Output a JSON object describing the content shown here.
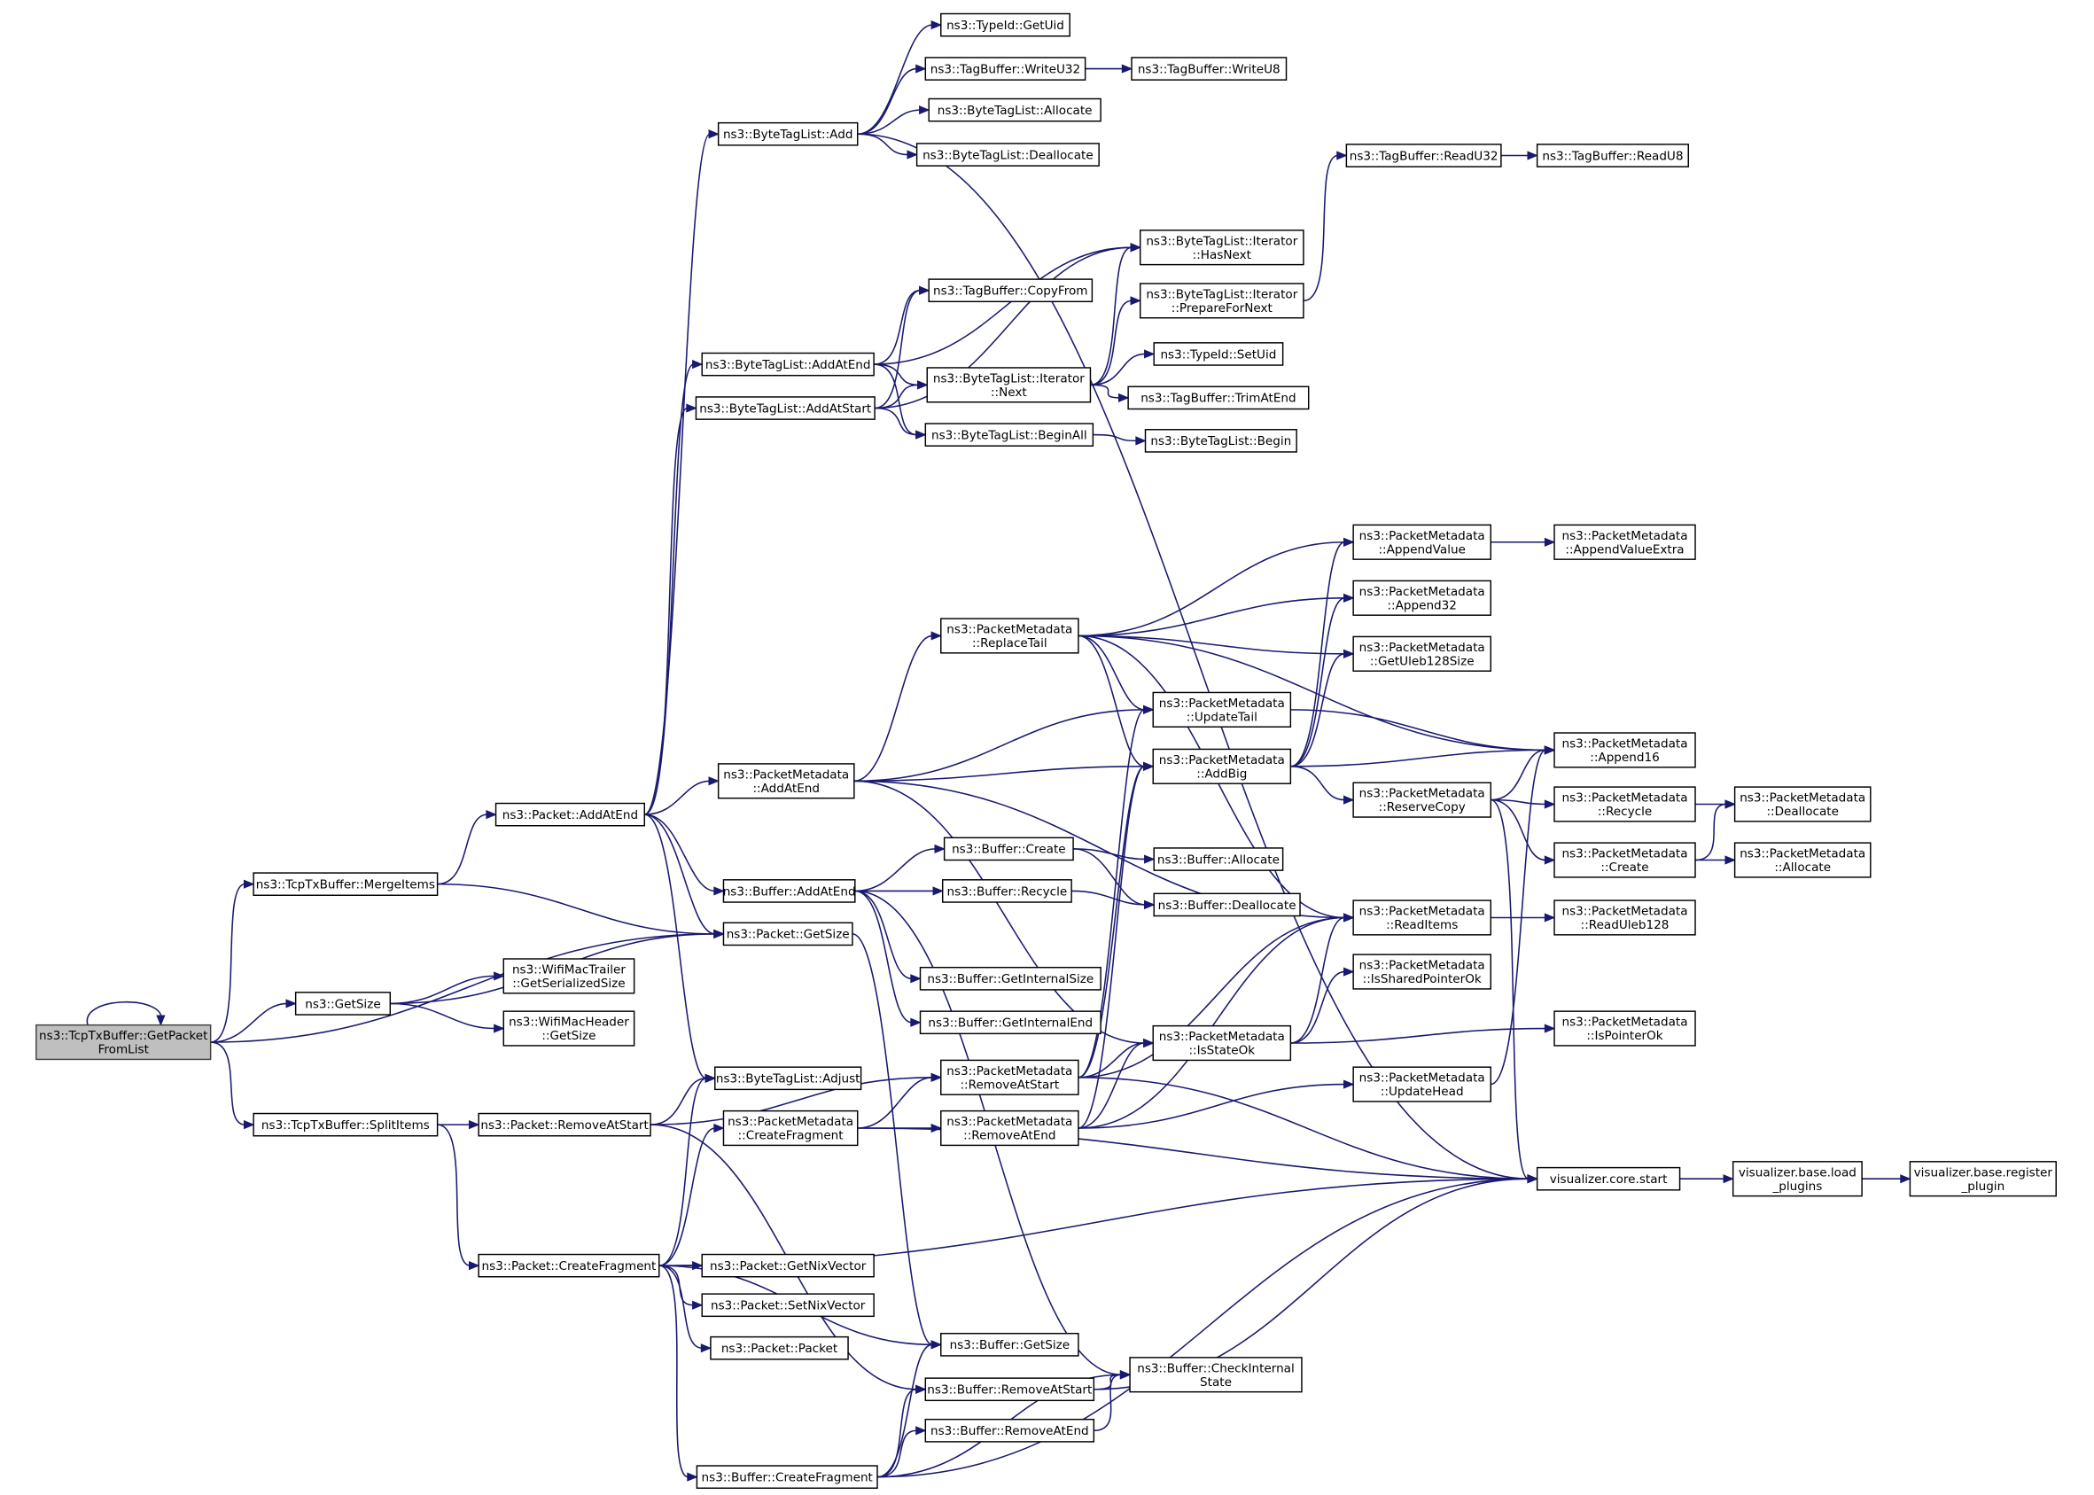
{
  "nodes": {
    "getpacket": [
      "ns3::TcpTxBuffer::GetPacket",
      "FromList"
    ],
    "mergeitems": [
      "ns3::TcpTxBuffer::MergeItems"
    ],
    "getsize_ns3": [
      "ns3::GetSize"
    ],
    "splititems": [
      "ns3::TcpTxBuffer::SplitItems"
    ],
    "pkt_addatend": [
      "ns3::Packet::AddAtEnd"
    ],
    "pkt_getsize": [
      "ns3::Packet::GetSize"
    ],
    "trailer_size": [
      "ns3::WifiMacTrailer",
      "::GetSerializedSize"
    ],
    "header_size": [
      "ns3::WifiMacHeader",
      "::GetSize"
    ],
    "btl_adjust": [
      "ns3::ByteTagList::Adjust"
    ],
    "pkt_removeatstart": [
      "ns3::Packet::RemoveAtStart"
    ],
    "pkt_createfragment": [
      "ns3::Packet::CreateFragment"
    ],
    "btl_add": [
      "ns3::ByteTagList::Add"
    ],
    "btl_addatend": [
      "ns3::ByteTagList::AddAtEnd"
    ],
    "btl_addatstart": [
      "ns3::ByteTagList::AddAtStart"
    ],
    "pm_addatend": [
      "ns3::PacketMetadata",
      "::AddAtEnd"
    ],
    "buf_addatend": [
      "ns3::Buffer::AddAtEnd"
    ],
    "pm_createfragment": [
      "ns3::PacketMetadata",
      "::CreateFragment"
    ],
    "pkt_getnixvector": [
      "ns3::Packet::GetNixVector"
    ],
    "pkt_setnixvector": [
      "ns3::Packet::SetNixVector"
    ],
    "pkt_packet": [
      "ns3::Packet::Packet"
    ],
    "buf_createfragment": [
      "ns3::Buffer::CreateFragment"
    ],
    "tid_getuid": [
      "ns3::TypeId::GetUid"
    ],
    "tb_writeu32": [
      "ns3::TagBuffer::WriteU32"
    ],
    "btl_allocate": [
      "ns3::ByteTagList::Allocate"
    ],
    "btl_deallocate": [
      "ns3::ByteTagList::Deallocate"
    ],
    "tb_copyfrom": [
      "ns3::TagBuffer::CopyFrom"
    ],
    "btli_next": [
      "ns3::ByteTagList::Iterator",
      "::Next"
    ],
    "btl_beginall": [
      "ns3::ByteTagList::BeginAll"
    ],
    "pm_replacetail": [
      "ns3::PacketMetadata",
      "::ReplaceTail"
    ],
    "buf_create": [
      "ns3::Buffer::Create"
    ],
    "buf_recycle": [
      "ns3::Buffer::Recycle"
    ],
    "buf_getinternalsize": [
      "ns3::Buffer::GetInternalSize"
    ],
    "buf_getinternalend": [
      "ns3::Buffer::GetInternalEnd"
    ],
    "pm_removeatstart": [
      "ns3::PacketMetadata",
      "::RemoveAtStart"
    ],
    "pm_removeatend": [
      "ns3::PacketMetadata",
      "::RemoveAtEnd"
    ],
    "buf_getsize": [
      "ns3::Buffer::GetSize"
    ],
    "buf_removeatstart": [
      "ns3::Buffer::RemoveAtStart"
    ],
    "buf_removeatend": [
      "ns3::Buffer::RemoveAtEnd"
    ],
    "tb_writeu8": [
      "ns3::TagBuffer::WriteU8"
    ],
    "btli_hasnext": [
      "ns3::ByteTagList::Iterator",
      "::HasNext"
    ],
    "btli_preparefornext": [
      "ns3::ByteTagList::Iterator",
      "::PrepareForNext"
    ],
    "tid_setuid": [
      "ns3::TypeId::SetUid"
    ],
    "tb_trimatend": [
      "ns3::TagBuffer::TrimAtEnd"
    ],
    "btl_begin": [
      "ns3::ByteTagList::Begin"
    ],
    "pm_updatetail": [
      "ns3::PacketMetadata",
      "::UpdateTail"
    ],
    "pm_addbig": [
      "ns3::PacketMetadata",
      "::AddBig"
    ],
    "buf_allocate": [
      "ns3::Buffer::Allocate"
    ],
    "buf_deallocate": [
      "ns3::Buffer::Deallocate"
    ],
    "pm_isstateok": [
      "ns3::PacketMetadata",
      "::IsStateOk"
    ],
    "buf_checkinternalstate": [
      "ns3::Buffer::CheckInternal",
      "State"
    ],
    "tb_readu32": [
      "ns3::TagBuffer::ReadU32"
    ],
    "tb_readu8": [
      "ns3::TagBuffer::ReadU8"
    ],
    "pm_appendvalue": [
      "ns3::PacketMetadata",
      "::AppendValue"
    ],
    "pm_append32": [
      "ns3::PacketMetadata",
      "::Append32"
    ],
    "pm_getuleb128size": [
      "ns3::PacketMetadata",
      "::GetUleb128Size"
    ],
    "pm_reservecopy": [
      "ns3::PacketMetadata",
      "::ReserveCopy"
    ],
    "pm_readitems": [
      "ns3::PacketMetadata",
      "::ReadItems"
    ],
    "pm_issharedpointerok": [
      "ns3::PacketMetadata",
      "::IsSharedPointerOk"
    ],
    "pm_updatehead": [
      "ns3::PacketMetadata",
      "::UpdateHead"
    ],
    "vis_core_start": [
      "visualizer.core.start"
    ],
    "pm_appendvalueextra": [
      "ns3::PacketMetadata",
      "::AppendValueExtra"
    ],
    "pm_append16": [
      "ns3::PacketMetadata",
      "::Append16"
    ],
    "pm_recycle": [
      "ns3::PacketMetadata",
      "::Recycle"
    ],
    "pm_create": [
      "ns3::PacketMetadata",
      "::Create"
    ],
    "pm_readuleb128": [
      "ns3::PacketMetadata",
      "::ReadUleb128"
    ],
    "pm_ispointerok": [
      "ns3::PacketMetadata",
      "::IsPointerOk"
    ],
    "vis_base_load": [
      "visualizer.base.load",
      "_plugins"
    ],
    "pm_deallocate": [
      "ns3::PacketMetadata",
      "::Deallocate"
    ],
    "pm_allocate": [
      "ns3::PacketMetadata",
      "::Allocate"
    ],
    "vis_base_register": [
      "visualizer.base.register",
      "_plugin"
    ]
  },
  "edges": [
    [
      "getpacket",
      "getpacket"
    ],
    [
      "getpacket",
      "mergeitems"
    ],
    [
      "getpacket",
      "getsize_ns3"
    ],
    [
      "getpacket",
      "pkt_getsize"
    ],
    [
      "getpacket",
      "splititems"
    ],
    [
      "mergeitems",
      "pkt_addatend"
    ],
    [
      "mergeitems",
      "pkt_getsize"
    ],
    [
      "getsize_ns3",
      "pkt_getsize"
    ],
    [
      "getsize_ns3",
      "trailer_size"
    ],
    [
      "getsize_ns3",
      "header_size"
    ],
    [
      "splititems",
      "pkt_removeatstart"
    ],
    [
      "splititems",
      "pkt_createfragment"
    ],
    [
      "pkt_addatend",
      "btl_add"
    ],
    [
      "pkt_addatend",
      "btl_addatend"
    ],
    [
      "pkt_addatend",
      "btl_addatstart"
    ],
    [
      "pkt_addatend",
      "pm_addatend"
    ],
    [
      "pkt_addatend",
      "buf_addatend"
    ],
    [
      "pkt_addatend",
      "pkt_getsize"
    ],
    [
      "pkt_addatend",
      "btl_adjust"
    ],
    [
      "pkt_getsize",
      "buf_getsize"
    ],
    [
      "pkt_removeatstart",
      "btl_adjust"
    ],
    [
      "pkt_removeatstart",
      "pm_removeatstart"
    ],
    [
      "pkt_removeatstart",
      "buf_removeatstart"
    ],
    [
      "pkt_createfragment",
      "btl_adjust"
    ],
    [
      "pkt_createfragment",
      "pm_createfragment"
    ],
    [
      "pkt_createfragment",
      "pkt_getnixvector"
    ],
    [
      "pkt_createfragment",
      "pkt_setnixvector"
    ],
    [
      "pkt_createfragment",
      "pkt_packet"
    ],
    [
      "pkt_createfragment",
      "buf_getsize"
    ],
    [
      "pkt_createfragment",
      "buf_createfragment"
    ],
    [
      "pkt_createfragment",
      "vis_core_start"
    ],
    [
      "btl_add",
      "tid_getuid"
    ],
    [
      "btl_add",
      "tb_writeu32"
    ],
    [
      "btl_add",
      "btl_allocate"
    ],
    [
      "btl_add",
      "btl_deallocate"
    ],
    [
      "btl_add",
      "vis_core_start"
    ],
    [
      "btl_addatend",
      "btli_hasnext"
    ],
    [
      "btl_addatend",
      "tb_copyfrom"
    ],
    [
      "btl_addatend",
      "btli_next"
    ],
    [
      "btl_addatend",
      "btl_beginall"
    ],
    [
      "btl_addatstart",
      "tb_copyfrom"
    ],
    [
      "btl_addatstart",
      "btli_hasnext"
    ],
    [
      "btl_addatstart",
      "btli_next"
    ],
    [
      "btl_addatstart",
      "btl_beginall"
    ],
    [
      "pm_addatend",
      "pm_replacetail"
    ],
    [
      "pm_addatend",
      "pm_updatetail"
    ],
    [
      "pm_addatend",
      "pm_addbig"
    ],
    [
      "pm_addatend",
      "pm_readitems"
    ],
    [
      "pm_addatend",
      "pm_isstateok"
    ],
    [
      "buf_addatend",
      "buf_create"
    ],
    [
      "buf_addatend",
      "buf_recycle"
    ],
    [
      "buf_addatend",
      "buf_getinternalsize"
    ],
    [
      "buf_addatend",
      "buf_getinternalend"
    ],
    [
      "buf_addatend",
      "buf_checkinternalstate"
    ],
    [
      "pm_createfragment",
      "pm_removeatstart"
    ],
    [
      "pm_createfragment",
      "pm_removeatend"
    ],
    [
      "pm_createfragment",
      "vis_core_start"
    ],
    [
      "buf_createfragment",
      "buf_getsize"
    ],
    [
      "buf_createfragment",
      "buf_removeatstart"
    ],
    [
      "buf_createfragment",
      "buf_removeatend"
    ],
    [
      "buf_createfragment",
      "buf_checkinternalstate"
    ],
    [
      "buf_createfragment",
      "vis_core_start"
    ],
    [
      "tb_writeu32",
      "tb_writeu8"
    ],
    [
      "btli_next",
      "tid_setuid"
    ],
    [
      "btli_next",
      "tb_trimatend"
    ],
    [
      "btli_next",
      "btli_preparefornext"
    ],
    [
      "btli_next",
      "btli_hasnext"
    ],
    [
      "btl_beginall",
      "btl_begin"
    ],
    [
      "btli_preparefornext",
      "tb_readu32"
    ],
    [
      "tb_readu32",
      "tb_readu8"
    ],
    [
      "pm_replacetail",
      "pm_appendvalue"
    ],
    [
      "pm_replacetail",
      "pm_append32"
    ],
    [
      "pm_replacetail",
      "pm_getuleb128size"
    ],
    [
      "pm_replacetail",
      "pm_updatetail"
    ],
    [
      "pm_replacetail",
      "pm_addbig"
    ],
    [
      "pm_replacetail",
      "pm_append16"
    ],
    [
      "pm_replacetail",
      "pm_readitems"
    ],
    [
      "buf_create",
      "buf_allocate"
    ],
    [
      "buf_create",
      "buf_deallocate"
    ],
    [
      "buf_recycle",
      "buf_deallocate"
    ],
    [
      "pm_removeatstart",
      "pm_addbig"
    ],
    [
      "pm_removeatstart",
      "pm_updatetail"
    ],
    [
      "pm_removeatstart",
      "pm_readitems"
    ],
    [
      "pm_removeatstart",
      "pm_isstateok"
    ],
    [
      "pm_removeatstart",
      "vis_core_start"
    ],
    [
      "pm_removeatend",
      "pm_addbig"
    ],
    [
      "pm_removeatend",
      "pm_readitems"
    ],
    [
      "pm_removeatend",
      "pm_isstateok"
    ],
    [
      "pm_removeatend",
      "pm_updatehead"
    ],
    [
      "buf_removeatstart",
      "buf_checkinternalstate"
    ],
    [
      "buf_removeatstart",
      "vis_core_start"
    ],
    [
      "buf_removeatend",
      "buf_checkinternalstate"
    ],
    [
      "pm_updatetail",
      "pm_append16"
    ],
    [
      "pm_addbig",
      "pm_appendvalue"
    ],
    [
      "pm_addbig",
      "pm_append32"
    ],
    [
      "pm_addbig",
      "pm_getuleb128size"
    ],
    [
      "pm_addbig",
      "pm_append16"
    ],
    [
      "pm_addbig",
      "pm_reservecopy"
    ],
    [
      "pm_isstateok",
      "pm_readitems"
    ],
    [
      "pm_isstateok",
      "pm_issharedpointerok"
    ],
    [
      "pm_isstateok",
      "pm_ispointerok"
    ],
    [
      "pm_appendvalue",
      "pm_appendvalueextra"
    ],
    [
      "pm_reservecopy",
      "pm_append16"
    ],
    [
      "pm_reservecopy",
      "pm_recycle"
    ],
    [
      "pm_reservecopy",
      "pm_create"
    ],
    [
      "pm_reservecopy",
      "vis_core_start"
    ],
    [
      "pm_readitems",
      "pm_readuleb128"
    ],
    [
      "pm_updatehead",
      "pm_append16"
    ],
    [
      "vis_core_start",
      "vis_base_load"
    ],
    [
      "pm_recycle",
      "pm_deallocate"
    ],
    [
      "pm_create",
      "pm_deallocate"
    ],
    [
      "pm_create",
      "pm_allocate"
    ],
    [
      "vis_base_load",
      "vis_base_register"
    ]
  ]
}
